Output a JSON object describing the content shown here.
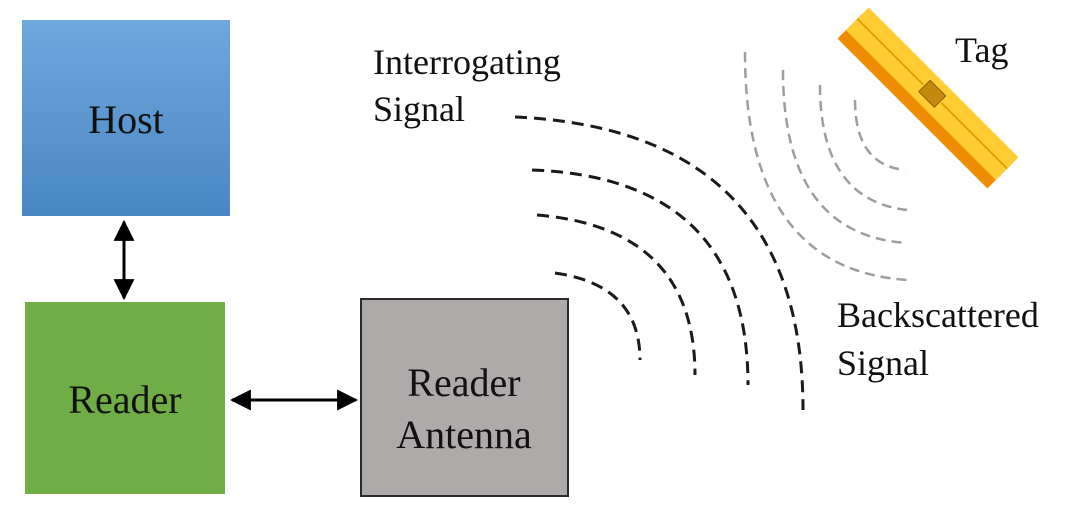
{
  "boxes": {
    "host": {
      "label": "Host",
      "color": "#5b9bd5"
    },
    "reader": {
      "label": "Reader",
      "color": "#70ad47"
    },
    "antenna": {
      "line1": "Reader",
      "line2": "Antenna",
      "color": "#aeaaaa"
    }
  },
  "tag": {
    "label": "Tag",
    "color": "#ffc000"
  },
  "signals": {
    "interrogating": {
      "line1": "Interrogating",
      "line2": "Signal",
      "color": "#1a1a1a"
    },
    "backscattered": {
      "line1": "Backscattered",
      "line2": "Signal",
      "color": "#9e9e9e"
    }
  },
  "connections": [
    "host-reader",
    "reader-antenna"
  ]
}
